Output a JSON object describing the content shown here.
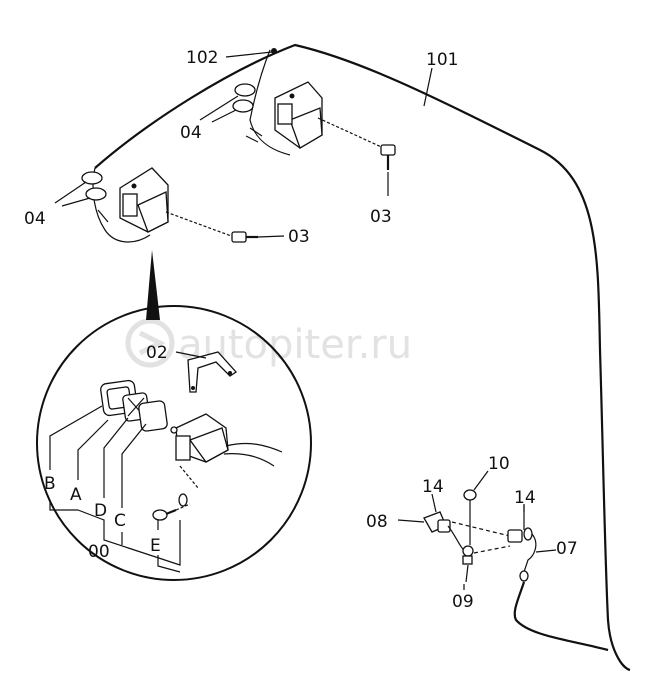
{
  "watermark": {
    "text": "autopiter.ru"
  },
  "callouts": {
    "c101": "101",
    "c102": "102",
    "c04a": "04",
    "c04b": "04",
    "c03a": "03",
    "c03b": "03",
    "c02": "02",
    "cB": "B",
    "cA": "A",
    "cD": "D",
    "cC": "C",
    "c00": "00",
    "cE": "E",
    "c10": "10",
    "c14a": "14",
    "c14b": "14",
    "c08": "08",
    "c07": "07",
    "c09": "09"
  }
}
